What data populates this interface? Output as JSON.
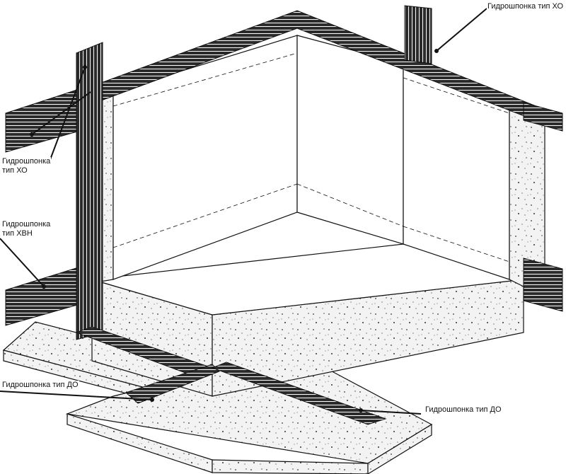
{
  "labels": {
    "xo_top_right": "Гидрошпонка тип ХО",
    "xo_left_line1": "Гидрошпонка",
    "xo_left_line2": "тип ХО",
    "xvn_line1": "Гидрошпонка",
    "xvn_line2": "тип ХВН",
    "do_left": "Гидрошпонка тип ДО",
    "do_right": "Гидрошпонка тип ДО"
  },
  "colors": {
    "line": "#111111",
    "band": "#2a2a2a",
    "concrete": "#f1f1f1",
    "paper": "#ffffff"
  }
}
